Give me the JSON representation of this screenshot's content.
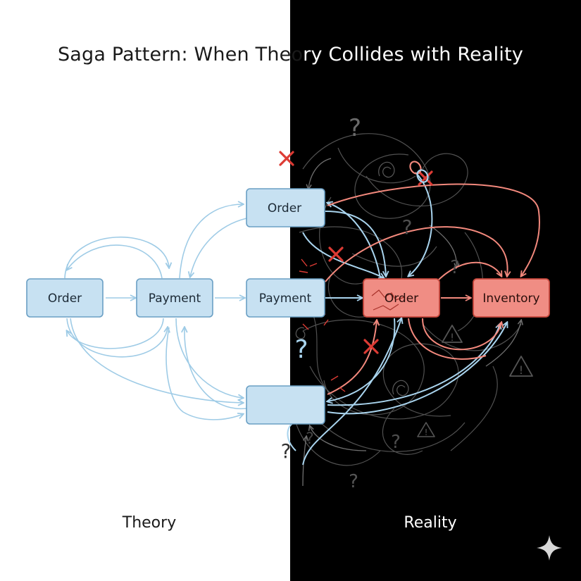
{
  "title": "Saga Pattern: When Theory Collides with Reality",
  "title_split": {
    "left": "Saga Pattern: When Theo",
    "right": "ry Collides with Reality"
  },
  "captions": {
    "theory": "Theory",
    "reality": "Reality"
  },
  "nodes": {
    "order_left": "Order",
    "payment_left": "Payment",
    "order_top": "Order",
    "payment_mid": "Payment",
    "order_red": "Order",
    "inventory_red": "Inventory"
  },
  "symbols": {
    "question": "?",
    "warning": "!"
  },
  "colors": {
    "theory_fill": "#c7e1f2",
    "theory_stroke": "#6a9fc4",
    "theory_arrow": "#9ecbe6",
    "reality_fill": "#f08d84",
    "reality_stroke": "#c8483d",
    "reality_arrow": "#f3897d",
    "chaos_line": "#5a5a5a",
    "cross_mark": "#dd3b34"
  },
  "icons": [
    "cross-mark-icon",
    "question-mark-icon",
    "warning-triangle-icon",
    "link-icon",
    "sparkle-icon"
  ]
}
